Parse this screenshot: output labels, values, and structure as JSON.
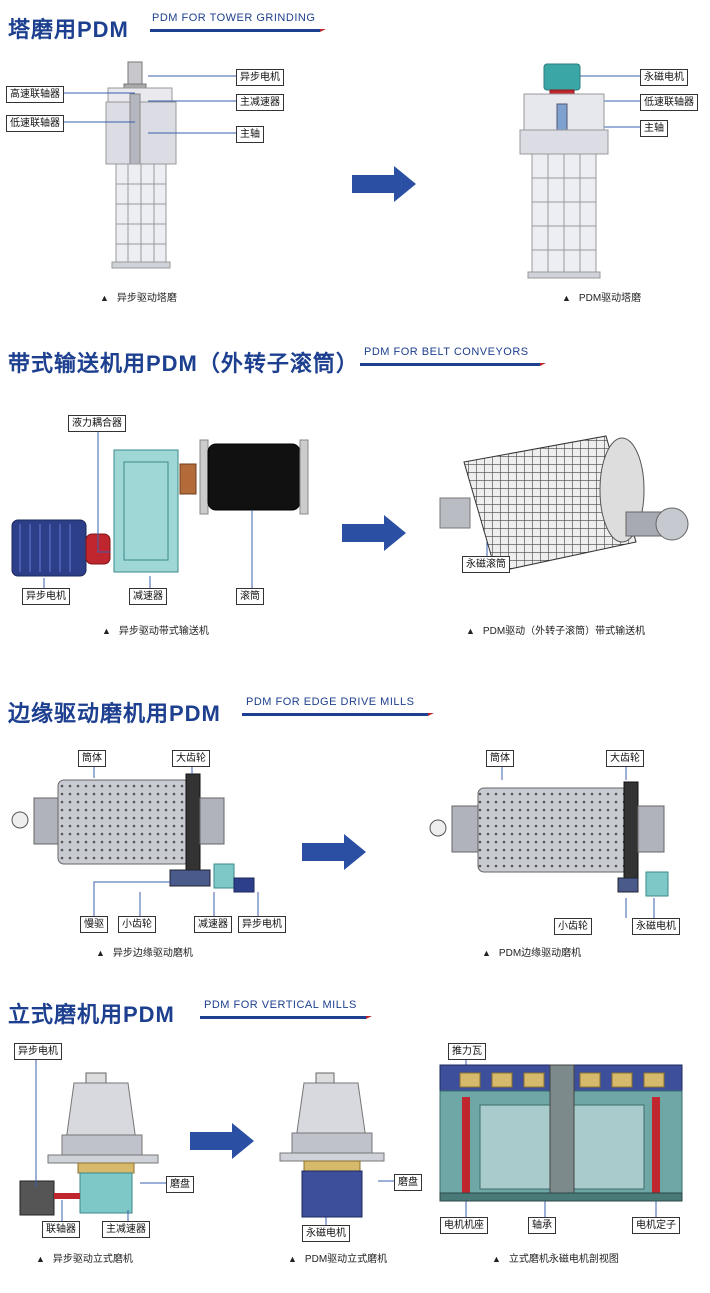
{
  "sections": [
    {
      "title": "塔磨用PDM",
      "subtitle": "PDM FOR TOWER GRINDING",
      "left_labels": [
        "高速联轴器",
        "低速联轴器",
        "异步电机",
        "主减速器",
        "主轴"
      ],
      "right_labels": [
        "永磁电机",
        "低速联轴器",
        "主轴"
      ],
      "caption_left": "异步驱动塔磨",
      "caption_right": "PDM驱动塔磨"
    },
    {
      "title": "带式输送机用PDM（外转子滚筒）",
      "subtitle": "PDM  FOR BELT CONVEYORS",
      "left_labels": [
        "液力耦合器",
        "异步电机",
        "减速器",
        "滚筒"
      ],
      "right_labels": [
        "永磁滚筒"
      ],
      "caption_left": "异步驱动带式输送机",
      "caption_right": "PDM驱动（外转子滚筒）带式输送机"
    },
    {
      "title": "边缘驱动磨机用PDM",
      "subtitle": "PDM  FOR EDGE DRIVE MILLS",
      "left_labels": [
        "筒体",
        "大齿轮",
        "慢驱",
        "小齿轮",
        "减速器",
        "异步电机"
      ],
      "right_labels": [
        "筒体",
        "大齿轮",
        "小齿轮",
        "永磁电机"
      ],
      "caption_left": "异步边缘驱动磨机",
      "caption_right": "PDM边缘驱动磨机"
    },
    {
      "title": "立式磨机用PDM",
      "subtitle": "PDM  FOR VERTICAL MILLS",
      "left_labels": [
        "异步电机",
        "磨盘",
        "联轴器",
        "主减速器"
      ],
      "mid_labels": [
        "磨盘",
        "永磁电机"
      ],
      "right_labels": [
        "推力瓦",
        "电机机座",
        "轴承",
        "电机定子"
      ],
      "caption_left": "异步驱动立式磨机",
      "caption_mid": "PDM驱动立式磨机",
      "caption_right": "立式磨机永磁电机剖视图"
    }
  ],
  "caption_marker": "▲",
  "colors": {
    "title_blue": "#1d3f8f",
    "accent_red": "#c0262d",
    "arrow_blue": "#2a4fa3",
    "pm_teal": "#3aa6a6"
  }
}
